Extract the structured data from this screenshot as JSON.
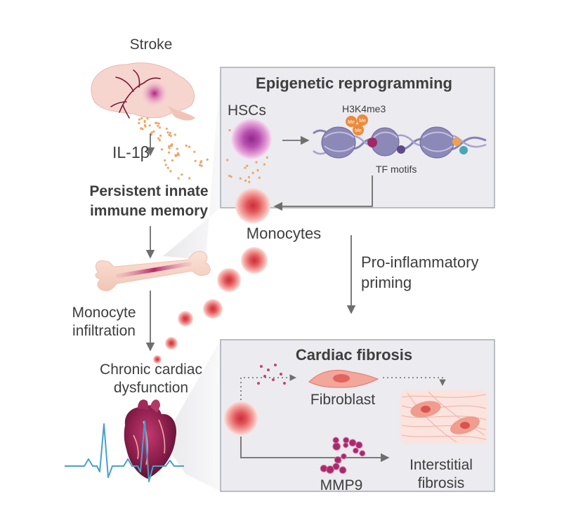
{
  "left_flow": {
    "stroke": "Stroke",
    "il1b": "IL-1β",
    "memory_line1": "Persistent innate",
    "memory_line2": "immune memory",
    "infiltration_line1": "Monocyte",
    "infiltration_line2": "infiltration",
    "dysfunction_line1": "Chronic cardiac",
    "dysfunction_line2": "dysfunction"
  },
  "epigenetic_panel": {
    "title": "Epigenetic reprogramming",
    "hscs": "HSCs",
    "h3k4me3": "H3K4me3",
    "methyl_label": "Me",
    "tf_motifs": "TF motifs"
  },
  "middle": {
    "monocytes": "Monocytes",
    "priming_line1": "Pro-inflammatory",
    "priming_line2": "priming"
  },
  "fibrosis_panel": {
    "title": "Cardiac fibrosis",
    "fibroblast": "Fibroblast",
    "mmp9": "MMP9",
    "interstitial_line1": "Interstitial",
    "interstitial_line2": "fibrosis"
  },
  "colors": {
    "panel_bg": "#ebebf0",
    "panel_border": "#a9a9b4",
    "arrow": "#6e6e6e",
    "dots": "#f0a466",
    "monocyte": "#e85a5e",
    "hsc": "#b04ca6",
    "dna": "#7a76a8",
    "heart": "#8a1e4a"
  }
}
